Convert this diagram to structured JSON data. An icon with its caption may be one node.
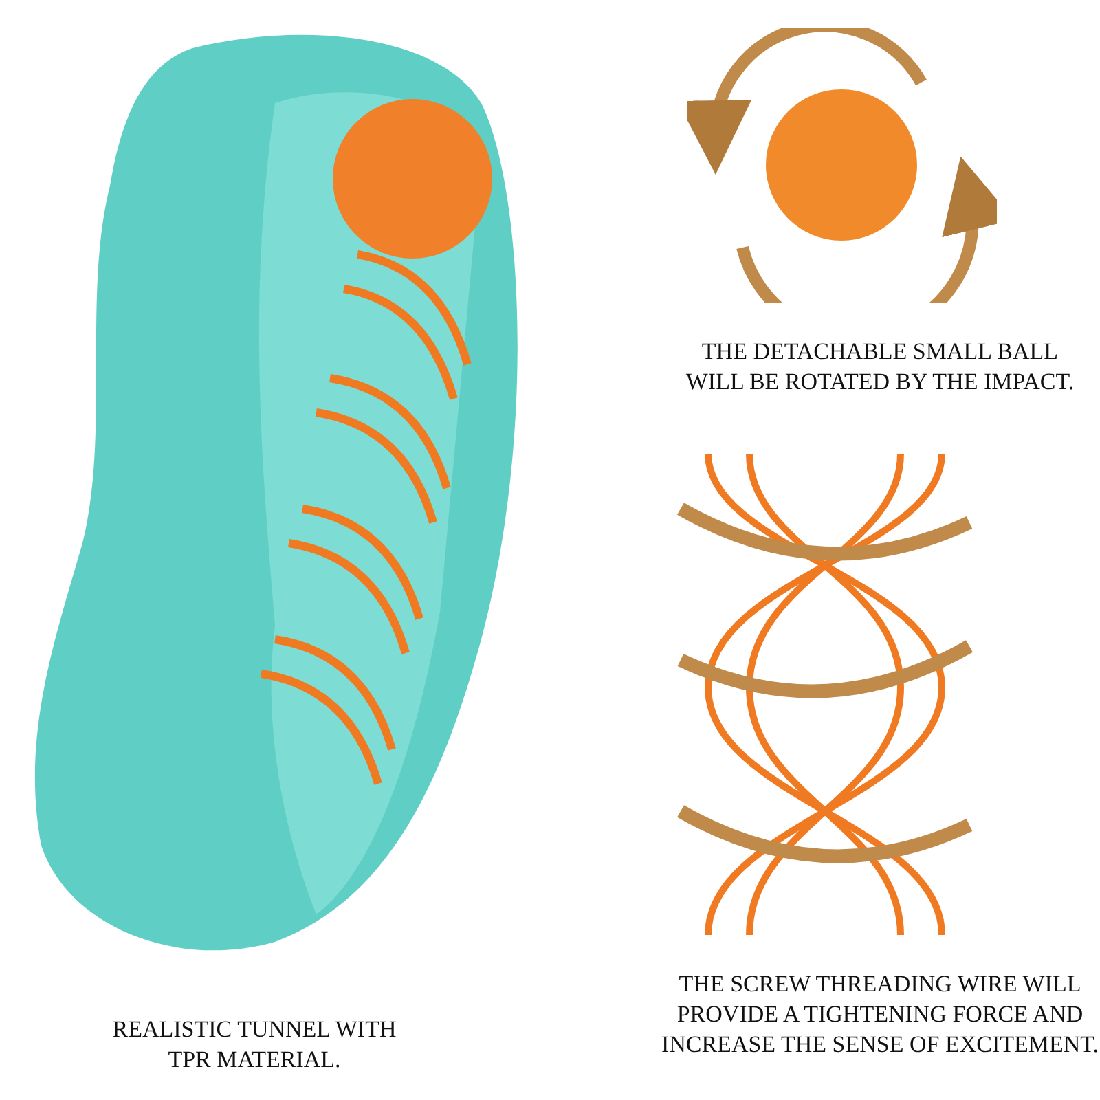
{
  "diagram": {
    "labels": [
      "THE DETACHABLE SMALL BALL WILL BE ROTATED BY THE IMPACT.",
      "THE SCREW THREADING WIRE WILL PROVIDE A TIGHTENING FORCE AND INCREASE THE SENSE OF EXCITEMENT.",
      "REALISTIC TUNNEL WITH TPR MATERIAL."
    ]
  }
}
